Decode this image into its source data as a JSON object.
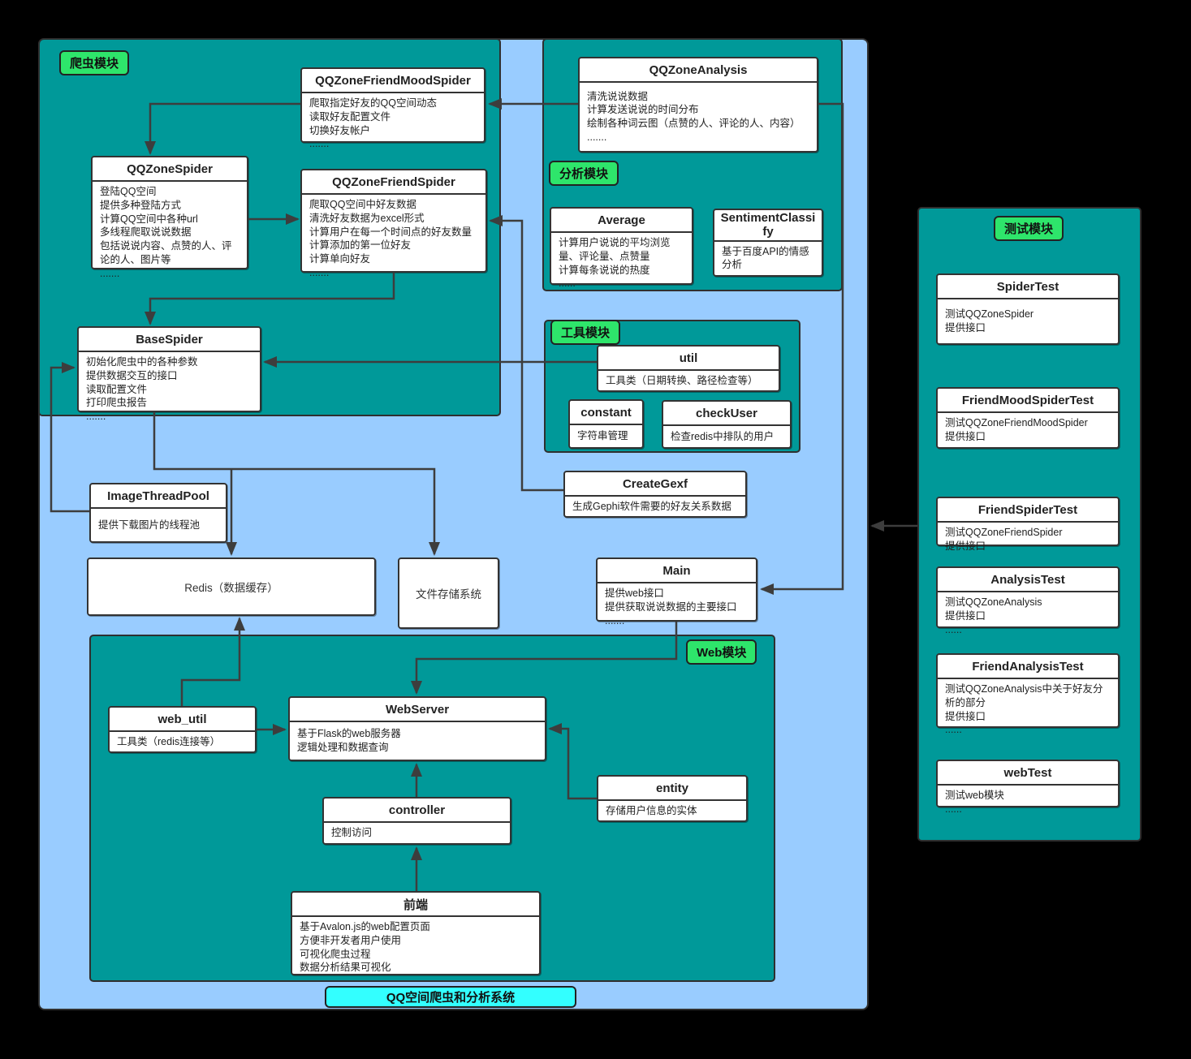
{
  "system_badge": "QQ空间爬虫和分析系统",
  "colors": {
    "background": "#000000",
    "container_blue": "#99CCFF",
    "module_teal": "#009999",
    "label_green": "#2EE56B",
    "badge_cyan": "#33FFFF",
    "line": "#3D3D3D"
  },
  "modules": {
    "crawler": {
      "label": "爬虫模块"
    },
    "analysis": {
      "label": "分析模块"
    },
    "tools": {
      "label": "工具模块"
    },
    "web": {
      "label": "Web模块"
    },
    "test": {
      "label": "测试模块"
    }
  },
  "boxes": {
    "qqzonefriendmoodspider": {
      "title": "QQZoneFriendMoodSpider",
      "body": [
        "爬取指定好友的QQ空间动态",
        "读取好友配置文件",
        "切换好友帐户",
        "......."
      ]
    },
    "qqzonespider": {
      "title": "QQZoneSpider",
      "body": [
        "登陆QQ空间",
        "提供多种登陆方式",
        "计算QQ空间中各种url",
        "多线程爬取说说数据",
        "包括说说内容、点赞的人、评论的人、图片等",
        "......."
      ]
    },
    "qqzonefriendspider": {
      "title": "QQZoneFriendSpider",
      "body": [
        "爬取QQ空间中好友数据",
        "清洗好友数据为excel形式",
        "计算用户在每一个时间点的好友数量",
        "计算添加的第一位好友",
        "计算单向好友",
        "......."
      ]
    },
    "basespider": {
      "title": "BaseSpider",
      "body": [
        "初始化爬虫中的各种参数",
        "提供数据交互的接口",
        "读取配置文件",
        "打印爬虫报告",
        "......."
      ]
    },
    "qqzoneanalysis": {
      "title": "QQZoneAnalysis",
      "body": [
        "清洗说说数据",
        "计算发送说说的时间分布",
        "绘制各种词云图（点赞的人、评论的人、内容）",
        "......."
      ]
    },
    "average": {
      "title": "Average",
      "body": [
        "计算用户说说的平均浏览量、评论量、点赞量",
        "计算每条说说的热度",
        "......"
      ]
    },
    "sentimentclassify": {
      "title": "SentimentClassify",
      "body": [
        "基于百度API的情感分析"
      ]
    },
    "util": {
      "title": "util",
      "body": [
        "工具类（日期转换、路径检查等）"
      ]
    },
    "constant": {
      "title": "constant",
      "body": [
        "字符串管理"
      ]
    },
    "checkuser": {
      "title": "checkUser",
      "body": [
        "检查redis中排队的用户"
      ]
    },
    "creategexf": {
      "title": "CreateGexf",
      "body": [
        "生成Gephi软件需要的好友关系数据"
      ]
    },
    "imagethreadpool": {
      "title": "ImageThreadPool",
      "body": [
        "提供下载图片的线程池"
      ]
    },
    "redis": {
      "label": "Redis（数据缓存）"
    },
    "filestorage": {
      "label": "文件存储系统"
    },
    "main": {
      "title": "Main",
      "body": [
        "提供web接口",
        "提供获取说说数据的主要接口",
        "......."
      ]
    },
    "webutil": {
      "title": "web_util",
      "body": [
        "工具类（redis连接等）"
      ]
    },
    "webserver": {
      "title": "WebServer",
      "body": [
        "基于Flask的web服务器",
        "逻辑处理和数据查询"
      ]
    },
    "controller": {
      "title": "controller",
      "body": [
        "控制访问"
      ]
    },
    "entity": {
      "title": "entity",
      "body": [
        "存储用户信息的实体"
      ]
    },
    "frontend": {
      "title": "前端",
      "body": [
        "基于Avalon.js的web配置页面",
        "方便非开发者用户使用",
        "可视化爬虫过程",
        "数据分析结果可视化"
      ]
    },
    "spidertest": {
      "title": "SpiderTest",
      "body": [
        "测试QQZoneSpider",
        "提供接口"
      ]
    },
    "friendmoodspidertest": {
      "title": "FriendMoodSpiderTest",
      "body": [
        "测试QQZoneFriendMoodSpider",
        "提供接口"
      ]
    },
    "friendspidertest": {
      "title": "FriendSpiderTest",
      "body": [
        "测试QQZoneFriendSpider",
        "提供接口"
      ]
    },
    "analysistest": {
      "title": "AnalysisTest",
      "body": [
        "测试QQZoneAnalysis",
        "提供接口",
        "......"
      ]
    },
    "friendanalysistest": {
      "title": "FriendAnalysisTest",
      "body": [
        "测试QQZoneAnalysis中关于好友分析的部分",
        "提供接口",
        "......"
      ]
    },
    "webtest": {
      "title": "webTest",
      "body": [
        "测试web模块",
        "......"
      ]
    }
  }
}
